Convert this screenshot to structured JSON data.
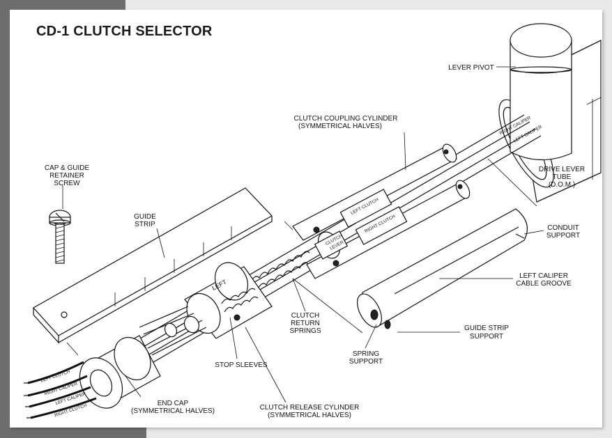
{
  "title": "CD-1 CLUTCH SELECTOR",
  "labels": {
    "lever_pivot": "LEVER PIVOT",
    "clutch_coupling_1": "CLUTCH COUPLING CYLINDER",
    "clutch_coupling_2": "(SYMMETRICAL HALVES)",
    "cap_guide_1": "CAP & GUIDE",
    "cap_guide_2": "RETAINER",
    "cap_guide_3": "SCREW",
    "drive_lever_1": "DRIVE LEVER",
    "drive_lever_2": "TUBE",
    "drive_lever_3": "(D.O.M.)",
    "guide_strip_1": "GUIDE",
    "guide_strip_2": "STRIP",
    "conduit_support_1": "CONDUIT",
    "conduit_support_2": "SUPPORT",
    "left_caliper_groove_1": "LEFT CALIPER",
    "left_caliper_groove_2": "CABLE GROOVE",
    "clutch_return_1": "CLUTCH",
    "clutch_return_2": "RETURN",
    "clutch_return_3": "SPRINGS",
    "guide_strip_support_1": "GUIDE STRIP",
    "guide_strip_support_2": "SUPPORT",
    "spring_support_1": "SPRING",
    "spring_support_2": "SUPPORT",
    "stop_sleeves": "STOP SLEEVES",
    "end_cap_1": "END CAP",
    "end_cap_2": "(SYMMETRICAL HALVES)",
    "clutch_release_1": "CLUTCH RELEASE CYLINDER",
    "clutch_release_2": "(SYMMETRICAL HALVES)"
  },
  "part_marks": {
    "left": "LEFT",
    "left_clutch": "LEFT CLUTCH",
    "right_clutch": "RIGHT CLUTCH",
    "clutch_lever_1": "CLUTCH",
    "clutch_lever_2": "LEVER",
    "right_caliper": "RIGHT CALIPER",
    "left_caliper": "LEFT CALIPER"
  },
  "cable_labels": {
    "c1": "LEFT CLUTCH",
    "c2": "RIGHT CALIPER",
    "c3": "LEFT CALIPER",
    "c4": "RIGHT CLUTCH"
  }
}
